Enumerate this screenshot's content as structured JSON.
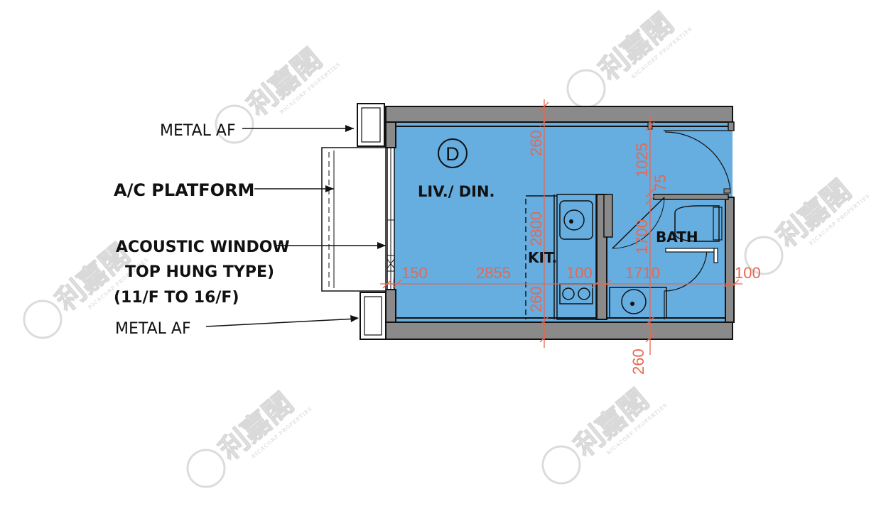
{
  "labels": {
    "metal_af_top": "METAL AF",
    "ac_platform": "A/C PLATFORM",
    "acoustic_window_1": "ACOUSTIC WINDOW",
    "acoustic_window_2": "TOP HUNG TYPE)",
    "acoustic_window_3": "(11/F TO 16/F)",
    "metal_af_bottom": "METAL AF"
  },
  "unit_marker": "D",
  "rooms": {
    "living_dining": "LIV./ DIN.",
    "kitchen": "KIT.",
    "bathroom": "BATH"
  },
  "dimensions": {
    "top_wall": "260",
    "door_width": "1025",
    "door_gap": "75",
    "kitchen_depth": "2800",
    "bath_depth": "1700",
    "left_wall": "150",
    "living_width": "2855",
    "partition_wall": "100",
    "bath_width": "1710",
    "right_wall": "100",
    "bottom_wall_left": "260",
    "bottom_wall_right": "260"
  },
  "watermark": {
    "brand_cn": "利嘉閣",
    "brand_en": "RICACORP PROPERTIES"
  },
  "colors": {
    "floor_fill": "#66ade0",
    "wall_fill": "#8a8a8a",
    "dimension_line": "#e8674f"
  }
}
